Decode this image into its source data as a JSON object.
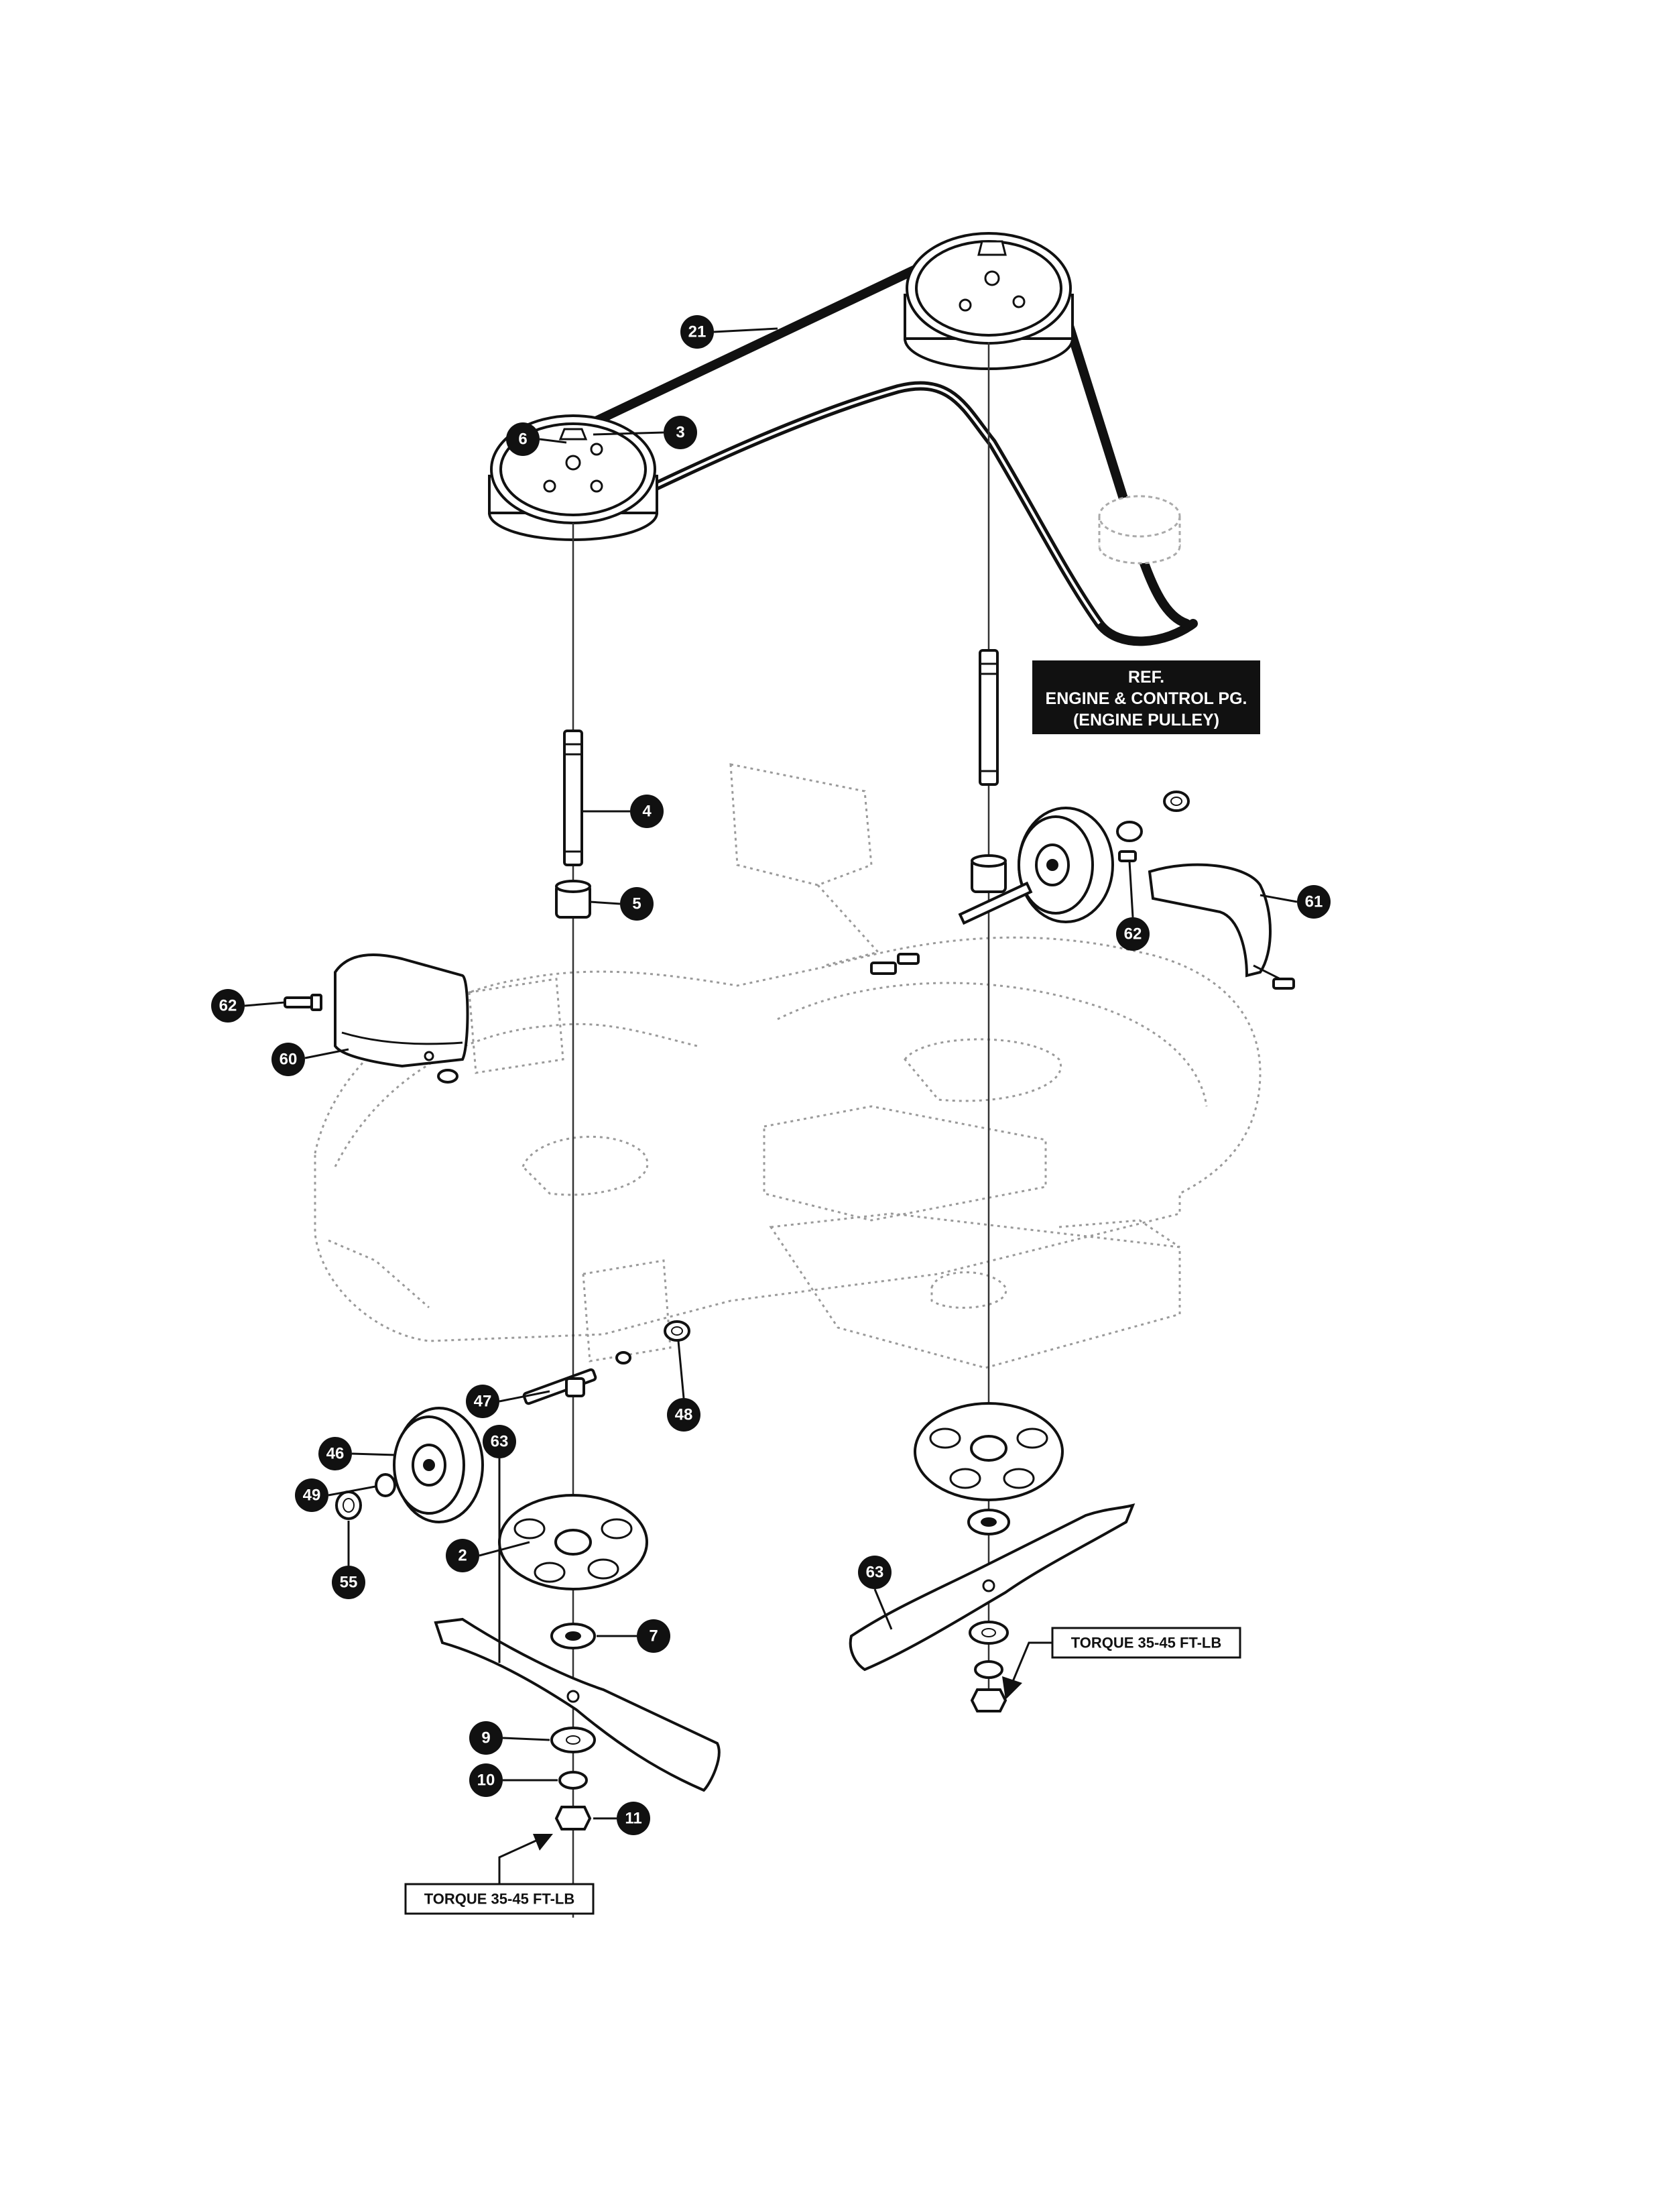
{
  "callouts": {
    "c21": "21",
    "c6": "6",
    "c3": "3",
    "c4": "4",
    "c5": "5",
    "c62_left": "62",
    "c60": "60",
    "c61": "61",
    "c62_right": "62",
    "c47": "47",
    "c48": "48",
    "c46": "46",
    "c49": "49",
    "c55": "55",
    "c2": "2",
    "c63_left": "63",
    "c63_right": "63",
    "c7": "7",
    "c9": "9",
    "c10": "10",
    "c11": "11"
  },
  "reference_note": {
    "line1": "REF.",
    "line2": "ENGINE & CONTROL PG.",
    "line3": "(ENGINE PULLEY)"
  },
  "torque_labels": {
    "left": "TORQUE 35-45 FT-LB",
    "right": "TORQUE 35-45 FT-LB"
  }
}
